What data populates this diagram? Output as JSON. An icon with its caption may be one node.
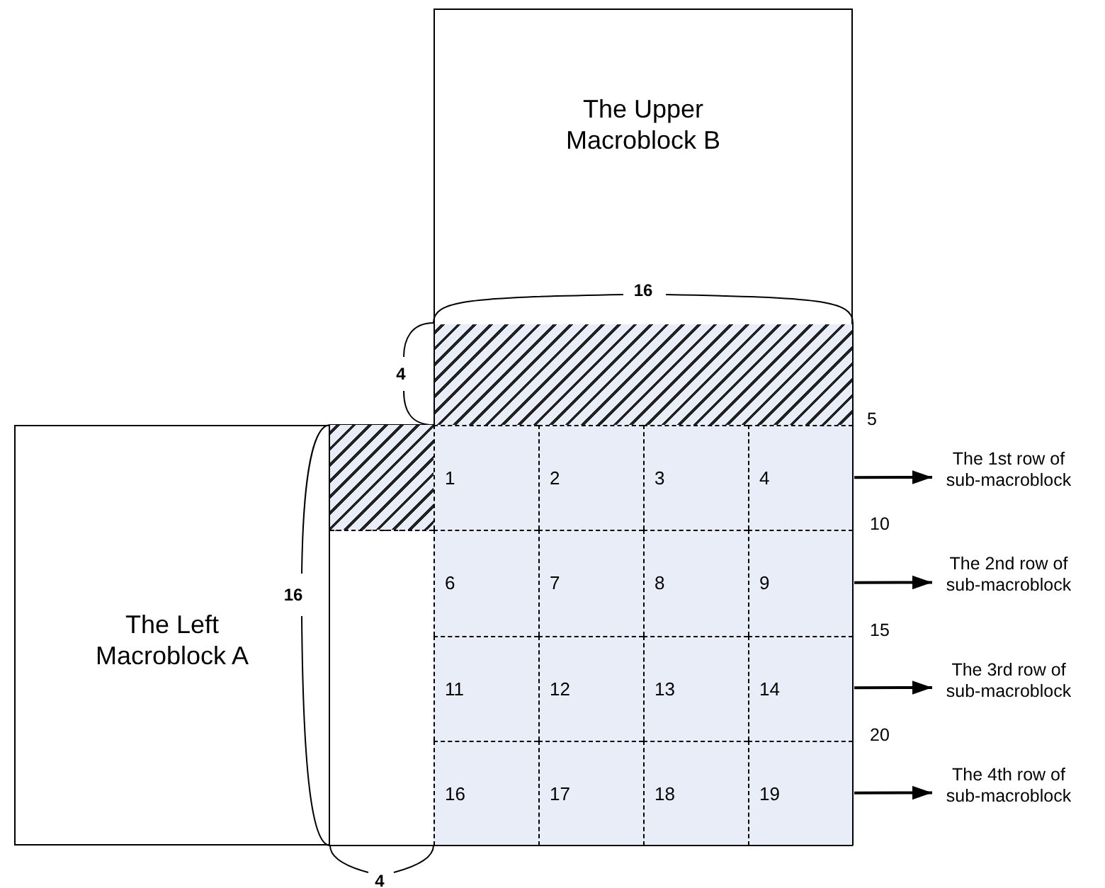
{
  "diagram": {
    "nodes": [
      {
        "text": [
          "The Upper Macroblock B"
        ]
      },
      {
        "text": [
          "The Left Macroblock A"
        ]
      },
      {
        "text": [
          "1"
        ]
      },
      {
        "text": [
          "2"
        ]
      },
      {
        "text": [
          "3"
        ]
      },
      {
        "text": [
          "4"
        ]
      },
      {
        "text": [
          "6"
        ]
      },
      {
        "text": [
          "7"
        ]
      },
      {
        "text": [
          "8"
        ]
      },
      {
        "text": [
          "9"
        ]
      },
      {
        "text": [
          "11"
        ]
      },
      {
        "text": [
          "12"
        ]
      },
      {
        "text": [
          "13"
        ]
      },
      {
        "text": [
          "14"
        ]
      },
      {
        "text": [
          "16"
        ]
      },
      {
        "text": [
          "17"
        ]
      },
      {
        "text": [
          "18"
        ]
      },
      {
        "text": [
          "19"
        ]
      },
      {
        "text": [
          "The 1st row of sub-macroblock"
        ]
      },
      {
        "text": [
          "The 2nd row of sub-macroblock"
        ]
      },
      {
        "text": [
          "The 3rd row of sub-macroblock"
        ]
      },
      {
        "text": [
          "The 4th row of sub-macroblock"
        ]
      },
      {
        "text": [],
        "shape": "box",
        "in": 0
      },
      {
        "text": [],
        "shape": "box"
      }
    ],
    "edges": [
      {
        "from": 5,
        "to": 18,
        "arrow": "to"
      },
      {
        "from": 9,
        "to": 19,
        "arrow": "to"
      },
      {
        "from": 13,
        "to": 20,
        "arrow": "to"
      },
      {
        "from": 17,
        "to": 21,
        "arrow": "to"
      }
    ],
    "labels": [
      "16",
      "4",
      "5",
      "10",
      "16",
      "15",
      "20",
      "4"
    ]
  }
}
